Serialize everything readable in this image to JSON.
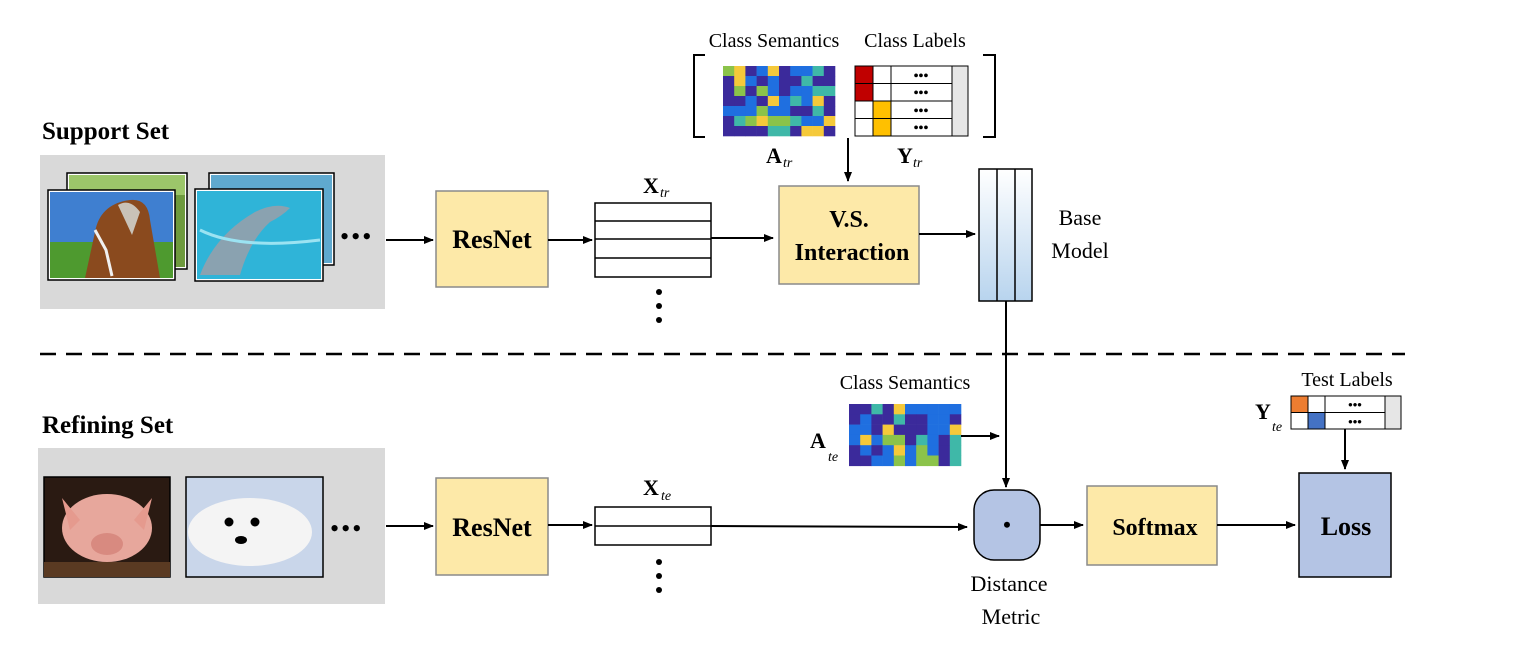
{
  "support_set": {
    "title": "Support Set",
    "images": [
      "horse-photo",
      "dolphin-photo"
    ],
    "ellipsis": "•••"
  },
  "refining_set": {
    "title": "Refining Set",
    "images": [
      "pig-photo",
      "seal-pup-photo"
    ],
    "ellipsis": "•••"
  },
  "resnet_top": {
    "label": "ResNet"
  },
  "resnet_bottom": {
    "label": "ResNet"
  },
  "features_top": {
    "symbol": "X",
    "subscript": "tr"
  },
  "features_bottom": {
    "symbol": "X",
    "subscript": "te"
  },
  "class_semantics_top": {
    "label": "Class Semantics",
    "symbol": "A",
    "subscript": "tr"
  },
  "class_labels_top": {
    "label": "Class Labels",
    "symbol": "Y",
    "subscript": "tr",
    "row_text": "•••"
  },
  "vs_interaction": {
    "line1": "V.S.",
    "line2": "Interaction"
  },
  "base_model": {
    "line1": "Base",
    "line2": "Model"
  },
  "class_semantics_bottom": {
    "label": "Class Semantics",
    "symbol": "A",
    "subscript": "te"
  },
  "test_labels": {
    "label": "Test Labels",
    "symbol": "Y",
    "subscript": "te",
    "row_text": "•••"
  },
  "distance_metric": {
    "line1": "Distance",
    "line2": "Metric",
    "symbol": "•"
  },
  "softmax": {
    "label": "Softmax"
  },
  "loss": {
    "label": "Loss"
  },
  "colors": {
    "yellow_box": "#fde9a8",
    "yellow_border": "#8a8a8a",
    "blue_box": "#b4c4e4",
    "gray_panel": "#d9d9d9",
    "heat_dark": "#3b2a9b",
    "heat_blue": "#1f6fe0",
    "heat_teal": "#3fb8a8",
    "heat_yellow": "#f5c93a",
    "heat_green": "#8bc34a",
    "label_red": "#c00000",
    "label_orange": "#ffc000",
    "test_orange": "#ed7d31",
    "test_blue": "#4472c4"
  }
}
